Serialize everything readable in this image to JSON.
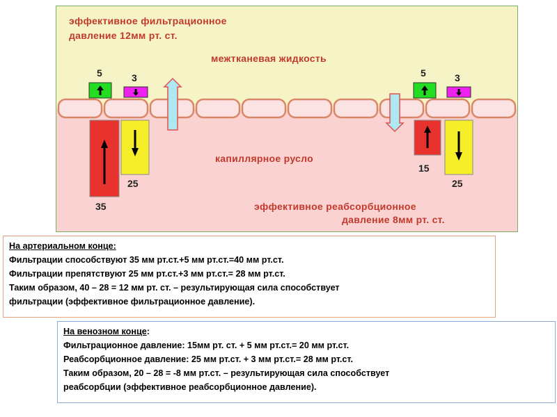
{
  "diagram": {
    "top_label_line1": "эффективное  фильтрационное",
    "top_label_line2": "давление 12мм рт. ст.",
    "interstitial_label": "межтканевая жидкость",
    "capillary_label": "капиллярное русло",
    "bottom_label_line1": "эффективное  реабсорбционное",
    "bottom_label_line2": "давление 8мм рт. ст.",
    "arterial": {
      "small_green_value": "5",
      "small_magenta_value": "3",
      "red_value": "35",
      "yellow_value": "25"
    },
    "venous": {
      "small_green_value": "5",
      "small_magenta_value": "3",
      "red_value": "15",
      "yellow_value": "25"
    },
    "colors": {
      "interstitial_bg": "#f6f4c6",
      "capillary_bg": "#fbd2d2",
      "cell_fill": "#fbe3e3",
      "cell_stroke": "#d88868",
      "red_bar": "#e8322e",
      "yellow_bar": "#f6ee28",
      "green_box": "#22dd22",
      "magenta_box": "#ee22ee",
      "flow_arrow_fill": "#aee8f2",
      "flow_arrow_stroke": "#e05050",
      "label_red": "#c0392b"
    }
  },
  "arterial_box": {
    "heading": "На артериальном конце:",
    "line1": "Фильтрации способствуют 35 мм рт.ст.+5 мм рт.ст.=40 мм рт.ст.",
    "line2": "Фильтрации препятствуют 25 мм рт.ст.+3 мм рт.ст.= 28 мм рт.ст.",
    "line3": "Таким образом, 40 – 28 = 12 мм рт. ст. – результирующая сила способствует",
    "line4": "фильтрации (эффективное фильтрационное давление)."
  },
  "venous_box": {
    "heading": "На венозном конце",
    "heading_colon": ":",
    "line1": "Фильтрационное давление: 15мм рт. ст. + 5 мм рт.ст.= 20 мм рт.ст.",
    "line2": "Реабсорбционное давление: 25 мм рт.ст. + 3 мм рт.ст.= 28 мм рт.ст.",
    "line3": "Таким образом, 20 – 28 = -8 мм рт.ст. – результирующая сила способствует",
    "line4": "реабсорбции (эффективное реабсорбционное давление)."
  }
}
